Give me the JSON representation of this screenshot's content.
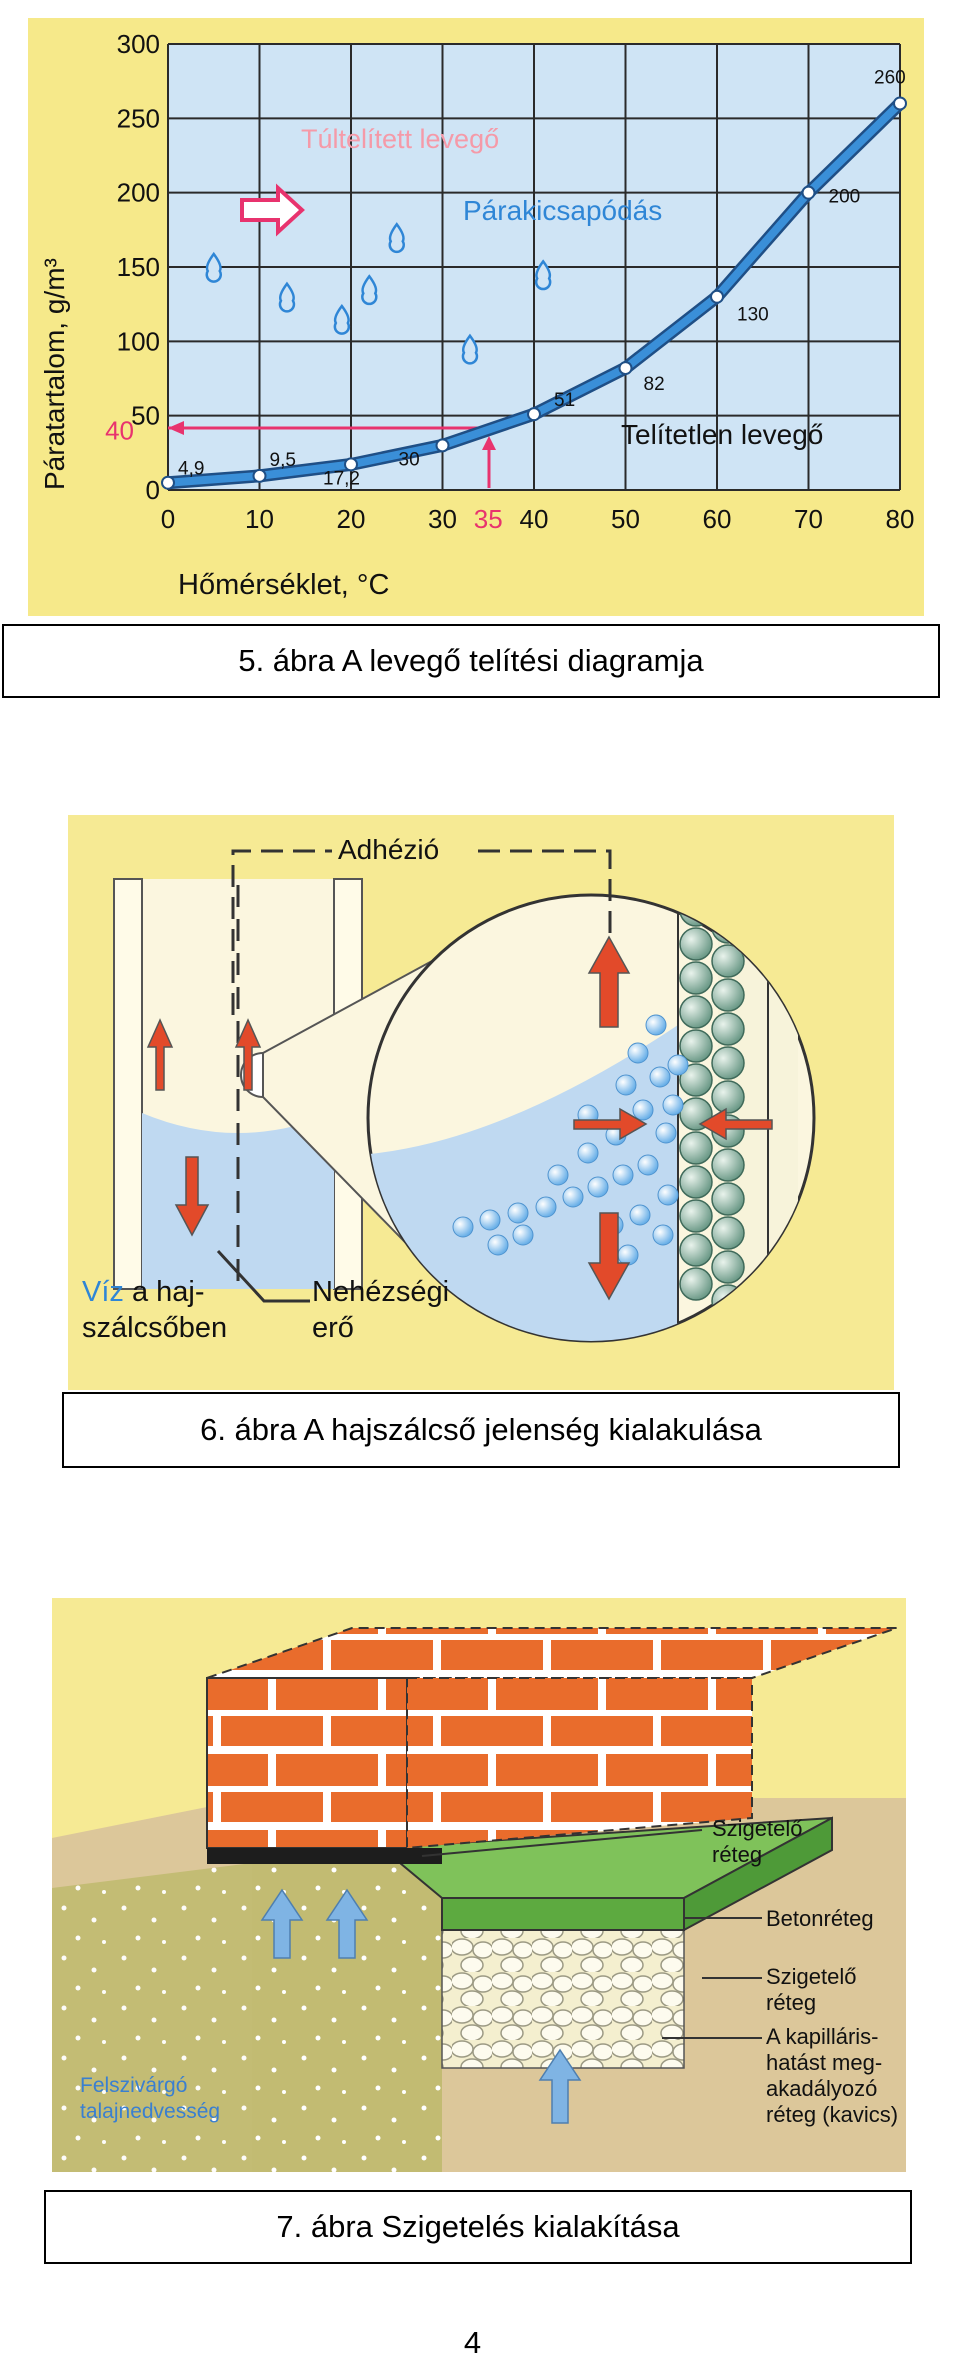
{
  "figure5": {
    "caption": "5. ábra A levegő telítési diagramja",
    "chart_data": {
      "type": "line",
      "xlabel": "Hőmérséklet, °C",
      "ylabel": "Páratartalom, g/m³",
      "xlim": [
        0,
        80
      ],
      "ylim": [
        0,
        300
      ],
      "x_ticks": [
        "0",
        "10",
        "20",
        "30",
        "35",
        "40",
        "50",
        "60",
        "70",
        "80"
      ],
      "y_ticks": [
        "0",
        "40",
        "50",
        "100",
        "150",
        "200",
        "250",
        "300"
      ],
      "grid": true,
      "x": [
        0,
        10,
        20,
        30,
        40,
        50,
        60,
        70,
        80
      ],
      "values": [
        4.9,
        9.5,
        17.2,
        30,
        51,
        82,
        130,
        200,
        260
      ],
      "data_labels": [
        "4,9",
        "9,5",
        "17,2",
        "30",
        "51",
        "82",
        "130",
        "200",
        "260"
      ],
      "annotations": {
        "oversaturated": "Túltelített levegő",
        "condensation": "Párakicsapódás",
        "unsaturated": "Telítetlen levegő",
        "marker_x": "35",
        "marker_y": "40"
      },
      "colors": {
        "curve": "#3a8fd8",
        "grid_bg": "#cfe4f5",
        "accent": "#e8336e",
        "background": "#f6e98a"
      }
    }
  },
  "figure6": {
    "caption": "6. ábra A hajszálcső jelenség kialakulása",
    "labels": {
      "adhesion": "Adhézió",
      "water_line1": "Víz a haj-",
      "water_line2": "szálcsőben",
      "water_word": "Víz",
      "gravity_line1": "Nehézségi",
      "gravity_line2": "erő"
    }
  },
  "figure7": {
    "caption": "7. ábra Szigetelés kialakítása",
    "labels": {
      "insulation1_line1": "Szigetelő",
      "insulation1_line2": "réteg",
      "concrete": "Betonréteg",
      "insulation2_line1": "Szigetelő",
      "insulation2_line2": "réteg",
      "capillary_line1": "A kapilláris-",
      "capillary_line2": "hatást meg-",
      "capillary_line3": "akadályozó",
      "capillary_line4": "réteg (kavics)",
      "ground_line1": "Felszivárgó",
      "ground_line2": "talajnedvesség"
    }
  },
  "page_number": "4"
}
